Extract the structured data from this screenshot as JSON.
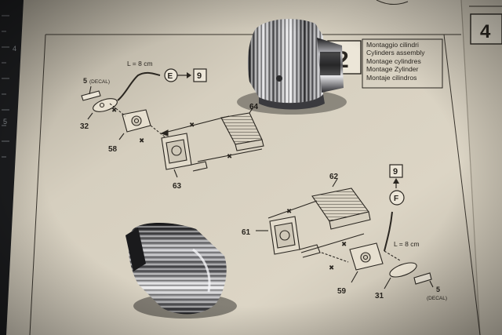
{
  "page": {
    "number": "4",
    "step_number": "2"
  },
  "title_lines": [
    "Montaggio cilindri",
    "Cylinders assembly",
    "Montage cylindres",
    "Montage Zylinder",
    "Montaje cilindros"
  ],
  "labels": {
    "top_wire_length": "L = 8 cm",
    "bottom_wire_length": "L = 8 cm",
    "decal_top_num": "5",
    "decal_top_text": "(DECAL)",
    "decal_bottom_num": "5",
    "decal_bottom_text": "(DECAL)",
    "conn_e": "E",
    "conn_f": "F",
    "ref_top": "9",
    "ref_bottom": "9",
    "part_32": "32",
    "part_58": "58",
    "part_63": "63",
    "part_64": "64",
    "part_62": "62",
    "part_61": "61",
    "part_59": "59",
    "part_31": "31",
    "ruler_4": "4",
    "ruler_5": "5"
  },
  "colors": {
    "paper": "#d8d1c1",
    "mat": "#1c1d1f",
    "ink": "#2a2620",
    "chrome_dark": "#1a1a1c",
    "chrome_light": "#e8e8ea"
  }
}
